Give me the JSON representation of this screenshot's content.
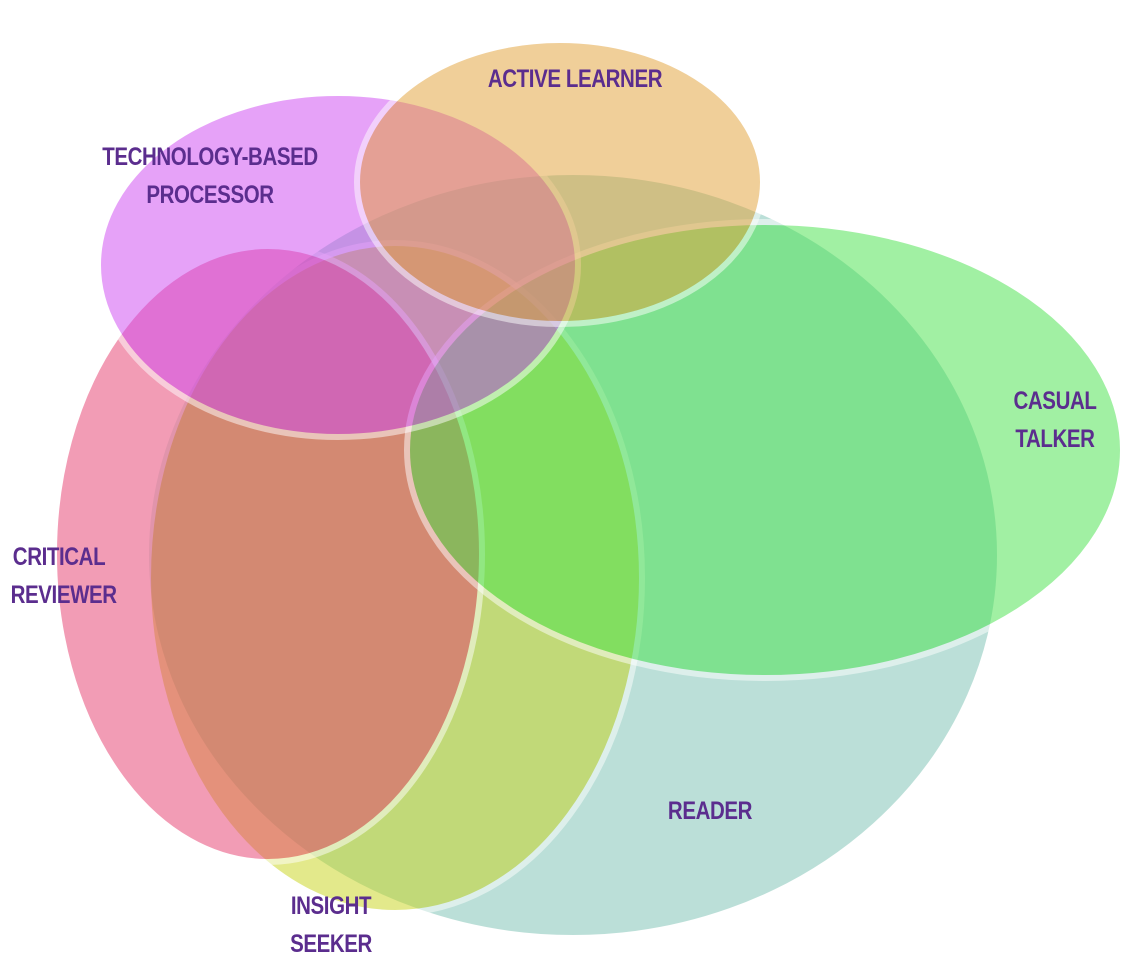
{
  "diagram": {
    "regions": [
      {
        "id": "reader",
        "label_lines": [
          "READER"
        ],
        "color": "#7ac1b2"
      },
      {
        "id": "insight",
        "label_lines": [
          "INSIGHT",
          "SEEKER"
        ],
        "color": "#c8d41a"
      },
      {
        "id": "critical",
        "label_lines": [
          "CRITICAL",
          "REVIEWER"
        ],
        "color": "#e63b6d"
      },
      {
        "id": "casual",
        "label_lines": [
          "CASUAL",
          "TALKER"
        ],
        "color": "#45e34a"
      },
      {
        "id": "tech",
        "label_lines": [
          "TECHNOLOGY-BASED",
          "PROCESSOR"
        ],
        "color": "#cf47f3"
      },
      {
        "id": "active",
        "label_lines": [
          "ACTIVE LEARNER"
        ],
        "color": "#e3a035"
      }
    ],
    "label_color": "#5b2d8e",
    "outline_color": "#ffffff"
  }
}
